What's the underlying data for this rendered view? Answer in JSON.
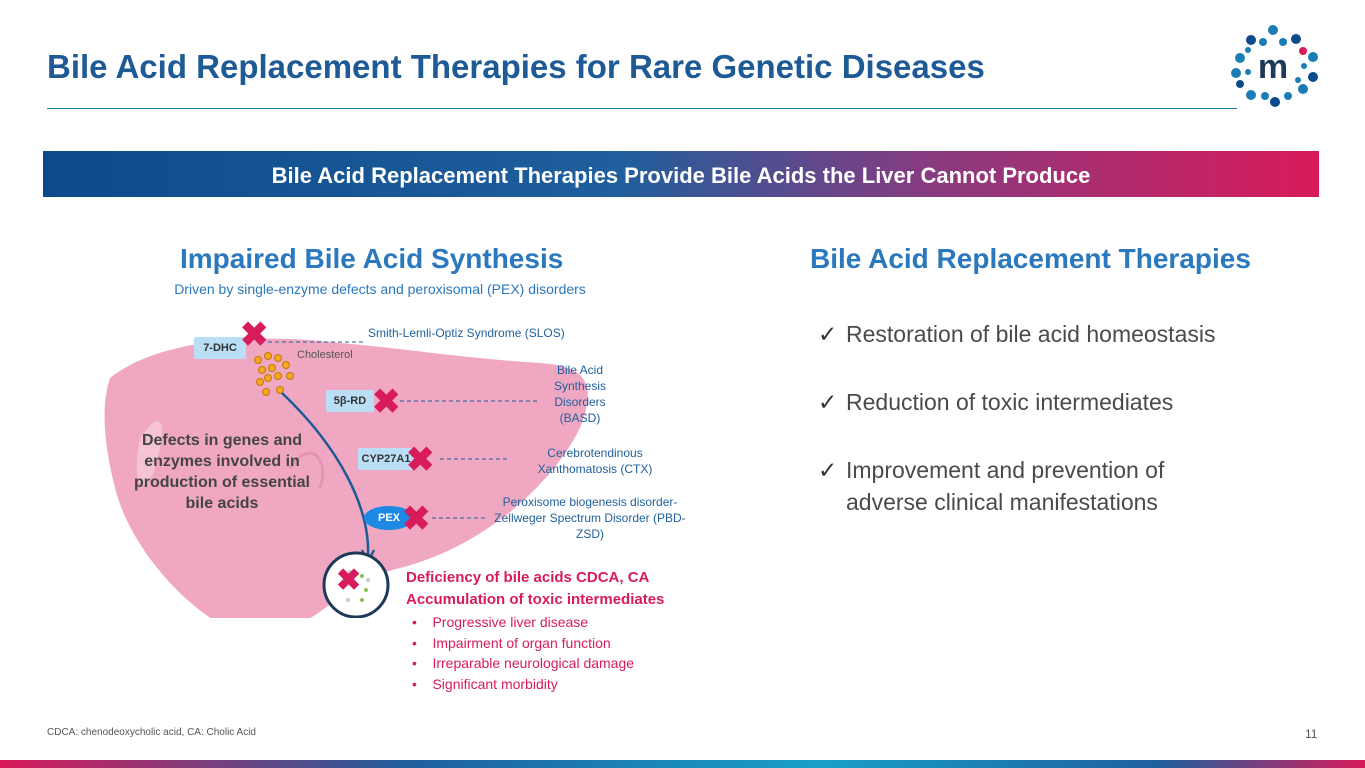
{
  "title": "Bile Acid Replacement Therapies for Rare Genetic Diseases",
  "banner": "Bile Acid Replacement Therapies Provide Bile Acids the Liver Cannot Produce",
  "left": {
    "heading": "Impaired Bile Acid Synthesis",
    "subheading": "Driven by single-enzyme defects and peroxisomal (PEX) disorders",
    "liver_text": "Defects in genes and enzymes involved in production of essential bile acids",
    "cholesterol": "Cholesterol",
    "enzymes": [
      {
        "name": "7-DHC",
        "disorder": "Smith-Lemli-Optiz Syndrome (SLOS)"
      },
      {
        "name": "5β-RD",
        "disorder": "Bile Acid Synthesis Disorders (BASD)"
      },
      {
        "name": "CYP27A1",
        "disorder": "Cerebrotendinous Xanthomatosis (CTX)"
      },
      {
        "name": "PEX",
        "disorder": "Peroxisome biogenesis disorder-Zellweger Spectrum Disorder (PBD-ZSD)"
      }
    ],
    "deficiency_line1": "Deficiency of bile acids CDCA, CA",
    "deficiency_line2": "Accumulation of toxic intermediates",
    "bullets": [
      "Progressive liver disease",
      "Impairment of organ function",
      "Irreparable neurological damage",
      "Significant morbidity"
    ]
  },
  "right": {
    "heading": "Bile Acid Replacement Therapies",
    "items": [
      "Restoration of bile acid homeostasis",
      "Reduction of toxic intermediates",
      "Improvement and prevention of adverse clinical manifestations"
    ]
  },
  "footer_note": "CDCA: chenodeoxycholic acid, CA: Cholic Acid",
  "page_number": "11",
  "colors": {
    "brand_blue": "#1d5a96",
    "accent_pink": "#d81b5a"
  }
}
